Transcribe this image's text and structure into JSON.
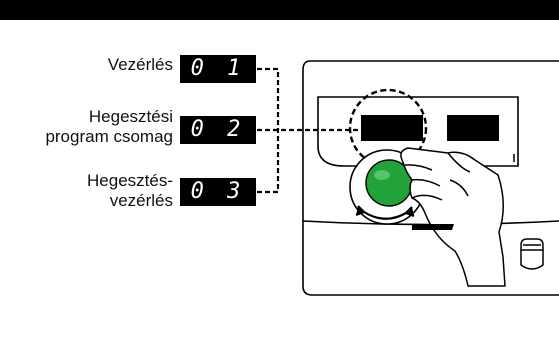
{
  "settings": [
    {
      "label_lines": [
        "Vezérlés"
      ],
      "code": "0 1"
    },
    {
      "label_lines": [
        "Hegesztési",
        "program csomag"
      ],
      "code": "0 2"
    },
    {
      "label_lines": [
        "Hegesztés-",
        "vezérlés"
      ],
      "code": "0 3"
    }
  ],
  "colors": {
    "knob": "#22a33a",
    "background": "#ffffff",
    "ink": "#000000"
  },
  "icons": [
    "rotate-arrows-icon",
    "hand-icon",
    "torch-connector-icon"
  ]
}
